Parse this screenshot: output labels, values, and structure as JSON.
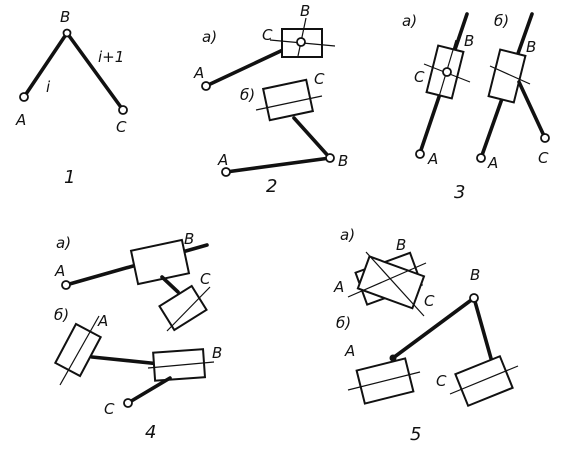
{
  "colors": {
    "ink": "#111111",
    "background": "#ffffff"
  },
  "fig1": {
    "number": "1",
    "A": "A",
    "B": "B",
    "C": "C",
    "link_left": "i",
    "link_right": "i+1"
  },
  "fig2": {
    "number": "2",
    "a": "а)",
    "b": "б)",
    "a_C": "C",
    "a_B": "B",
    "a_A": "A",
    "b_C": "C",
    "b_A": "A",
    "b_B": "B"
  },
  "fig3": {
    "number": "3",
    "a": "а)",
    "b": "б)",
    "a_B": "B",
    "a_C": "C",
    "a_A": "A",
    "b_B": "B",
    "b_A": "A",
    "b_C": "C"
  },
  "fig4": {
    "number": "4",
    "a": "а)",
    "b": "б)",
    "a_A": "A",
    "a_B": "B",
    "a_C": "C",
    "b_A": "A",
    "b_B": "B",
    "b_C": "C"
  },
  "fig5": {
    "number": "5",
    "a": "а)",
    "b": "б)",
    "a_B": "B",
    "a_A": "A",
    "a_C": "C",
    "b_A": "A",
    "b_B": "B",
    "b_C": "C"
  }
}
